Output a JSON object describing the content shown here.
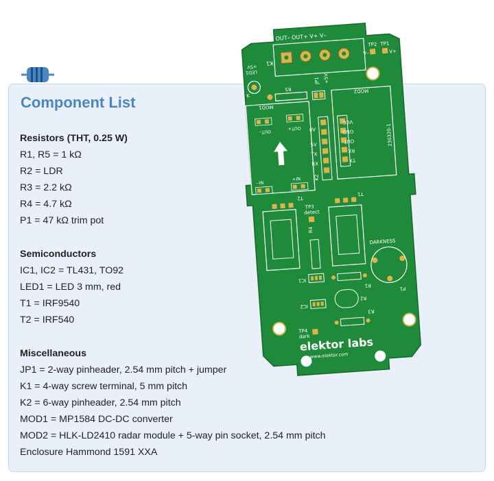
{
  "title": "Component List",
  "sections": [
    {
      "heading": "Resistors (THT, 0.25 W)",
      "items": [
        "R1, R5 = 1 kΩ",
        "R2 = LDR",
        "R3 = 2.2 kΩ",
        "R4 = 4.7 kΩ",
        "P1 = 47 kΩ trim pot"
      ]
    },
    {
      "heading": "Semiconductors",
      "items": [
        "IC1, IC2 = TL431, TO92",
        "LED1 = LED 3 mm, red",
        "T1 = IRF9540",
        "T2 = IRF540"
      ]
    },
    {
      "heading": "Miscellaneous",
      "items": [
        "JP1 = 2-way pinheader, 2.54 mm pitch + jumper",
        "K1 = 4-way screw terminal, 5 mm pitch",
        "K2 = 6-way pinheader, 2.54 mm pitch",
        "MOD1 = MP1584 DC-DC converter",
        "MOD2 = HLK-LD2410 radar module + 5-way pin socket, 2.54 mm pitch"
      ]
    }
  ],
  "footer_item": "Enclosure Hammond 1591 XXA",
  "pcb": {
    "k1_pins": "OUT–  OUT+  V+    V–",
    "k1": "K1",
    "tp2": "TP2",
    "tp1": "TP1",
    "v_minus": "V–",
    "v_plus": "V+",
    "led1": "LED1",
    "plus5v": "+5V",
    "k": "K",
    "jp1": "JP1",
    "jp1_5v": "+5V",
    "r5": "R5",
    "mod1": "MOD1",
    "out_minus": "OUT–",
    "out_plus": "OUT+",
    "in_minus": "–IN",
    "in_plus": "+IN",
    "k2": "K2",
    "k2_pins": [
      "0V",
      "5V",
      "TX",
      "RX"
    ],
    "mod2": "MOD2",
    "mod2_pins": [
      "VCC",
      "GND",
      "OUT",
      "RX",
      "TX"
    ],
    "board_id": "230320-1",
    "t1": "T1",
    "t2": "T2",
    "tp3": "TP3",
    "detect": "detect",
    "r4": "R4",
    "darkness": "DARKNESS",
    "p1": "P1",
    "ic1": "IC1",
    "ic2": "IC2",
    "r1": "R1",
    "r2": "R2",
    "r3": "R3",
    "tp4": "TP4",
    "dark": "dark",
    "brand": "elektor labs",
    "url": "www.elektor.com"
  },
  "colors": {
    "accent": "#4a86c1",
    "panel": "#e9f0f9",
    "pcb_green": "#1e8a3a",
    "silk": "#ffffff",
    "pad": "#d9b54a"
  }
}
